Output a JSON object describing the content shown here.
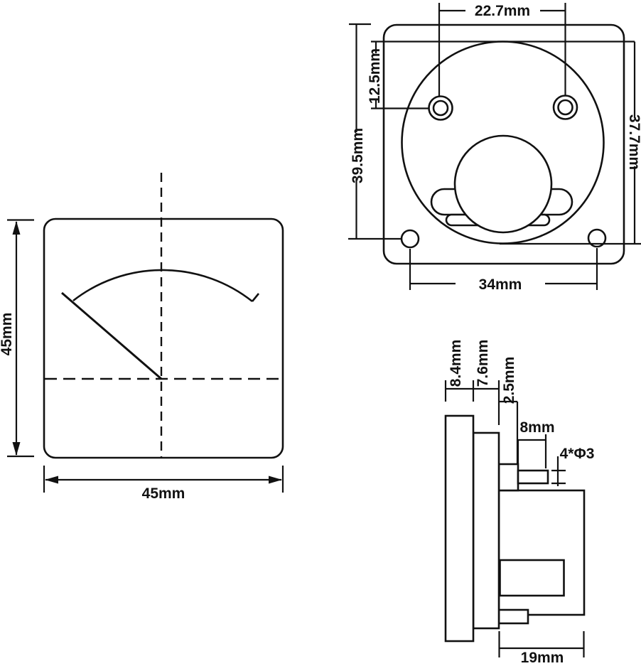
{
  "colors": {
    "background": "#ffffff",
    "line": "#111111"
  },
  "front_view": {
    "height_label": "45mm",
    "width_label": "45mm"
  },
  "back_view": {
    "hole_spacing_label": "22.7mm",
    "hole_offset_label": "12.5mm",
    "panel_height_label": "39.5mm",
    "body_diameter_label": "37.7mm",
    "bottom_hole_spacing_label": "34mm"
  },
  "side_view": {
    "bezel_depth_label": "8.4mm",
    "collar_depth_label": "7.6mm",
    "step_depth_label": "2.5mm",
    "stud_length_label": "8mm",
    "stud_spec_label": "4*Φ3",
    "body_depth_label": "19mm"
  }
}
